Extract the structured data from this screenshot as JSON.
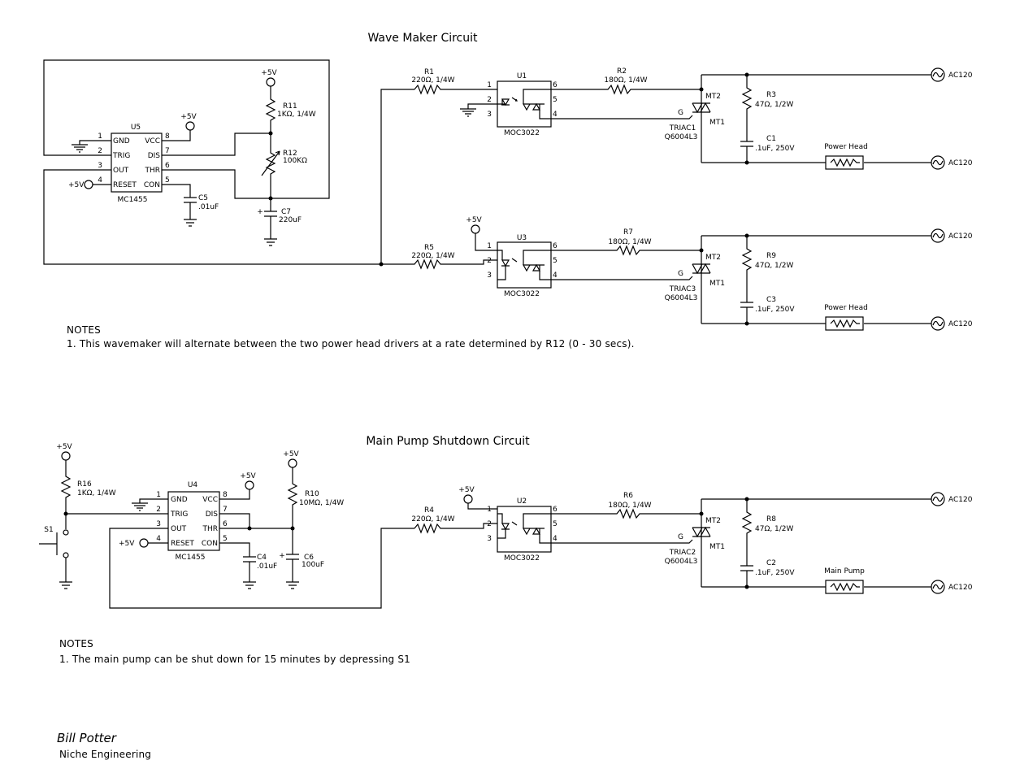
{
  "titles": {
    "wave": "Wave Maker Circuit",
    "pump": "Main Pump Shutdown Circuit"
  },
  "notes": {
    "wave": {
      "heading": "NOTES",
      "line1": "1. This wavemaker will alternate between the two power head drivers at a rate determined by R12 (0 - 30 secs)."
    },
    "pump": {
      "heading": "NOTES",
      "line1": "1. The main pump can be shut down for 15 minutes by depressing S1"
    }
  },
  "signature": {
    "name": "Bill Potter",
    "company": "Niche Engineering"
  },
  "supply": "+5V",
  "ac": "AC120",
  "timers": {
    "u5": {
      "name": "U5",
      "part": "MC1455",
      "pins": {
        "p1": "1",
        "p2": "2",
        "p3": "3",
        "p4": "4",
        "p5": "5",
        "p6": "6",
        "p7": "7",
        "p8": "8"
      },
      "labels": {
        "gnd": "GND",
        "trig": "TRIG",
        "out": "OUT",
        "reset": "RESET",
        "vcc": "VCC",
        "dis": "DIS",
        "thr": "THR",
        "con": "CON"
      }
    },
    "u4": {
      "name": "U4",
      "part": "MC1455",
      "pins": {
        "p1": "1",
        "p2": "2",
        "p3": "3",
        "p4": "4",
        "p5": "5",
        "p6": "6",
        "p7": "7",
        "p8": "8"
      },
      "labels": {
        "gnd": "GND",
        "trig": "TRIG",
        "out": "OUT",
        "reset": "RESET",
        "vcc": "VCC",
        "dis": "DIS",
        "thr": "THR",
        "con": "CON"
      }
    }
  },
  "parts": {
    "r11": {
      "name": "R11",
      "value": "1KΩ, 1/4W"
    },
    "r12": {
      "name": "R12",
      "value": "100KΩ"
    },
    "c5": {
      "name": "C5",
      "value": ".01uF"
    },
    "c7": {
      "name": "C7",
      "value": "220uF"
    },
    "r16": {
      "name": "R16",
      "value": "1KΩ, 1/4W"
    },
    "r10": {
      "name": "R10",
      "value": "10MΩ, 1/4W"
    },
    "c4": {
      "name": "C4",
      "value": ".01uF"
    },
    "c6": {
      "name": "C6",
      "value": "100uF"
    },
    "s1": {
      "name": "S1"
    }
  },
  "channels": {
    "u1": {
      "rin": "R1",
      "rin_value": "220Ω, 1/4W",
      "opto": "U1",
      "opto_part": "MOC3022",
      "pins": {
        "p1": "1",
        "p2": "2",
        "p3": "3",
        "p4": "4",
        "p5": "5",
        "p6": "6"
      },
      "rg": "R2",
      "rg_value": "180Ω, 1/4W",
      "triac": "TRIAC1",
      "triac_part": "Q6004L3",
      "mt2": "MT2",
      "mt1": "MT1",
      "gate": "G",
      "rs": "R3",
      "rs_value": "47Ω, 1/2W",
      "cs": "C1",
      "cs_value": ".1uF, 250V",
      "load": "Power Head"
    },
    "u3": {
      "rin": "R5",
      "rin_value": "220Ω, 1/4W",
      "opto": "U3",
      "opto_part": "MOC3022",
      "pins": {
        "p1": "1",
        "p2": "2",
        "p3": "3",
        "p4": "4",
        "p5": "5",
        "p6": "6"
      },
      "rg": "R7",
      "rg_value": "180Ω, 1/4W",
      "triac": "TRIAC3",
      "triac_part": "Q6004L3",
      "mt2": "MT2",
      "mt1": "MT1",
      "gate": "G",
      "rs": "R9",
      "rs_value": "47Ω, 1/2W",
      "cs": "C3",
      "cs_value": ".1uF, 250V",
      "load": "Power Head"
    },
    "u2": {
      "rin": "R4",
      "rin_value": "220Ω, 1/4W",
      "opto": "U2",
      "opto_part": "MOC3022",
      "pins": {
        "p1": "1",
        "p2": "2",
        "p3": "3",
        "p4": "4",
        "p5": "5",
        "p6": "6"
      },
      "rg": "R6",
      "rg_value": "180Ω, 1/4W",
      "triac": "TRIAC2",
      "triac_part": "Q6004L3",
      "mt2": "MT2",
      "mt1": "MT1",
      "gate": "G",
      "rs": "R8",
      "rs_value": "47Ω, 1/2W",
      "cs": "C2",
      "cs_value": ".1uF, 250V",
      "load": "Main Pump"
    }
  }
}
